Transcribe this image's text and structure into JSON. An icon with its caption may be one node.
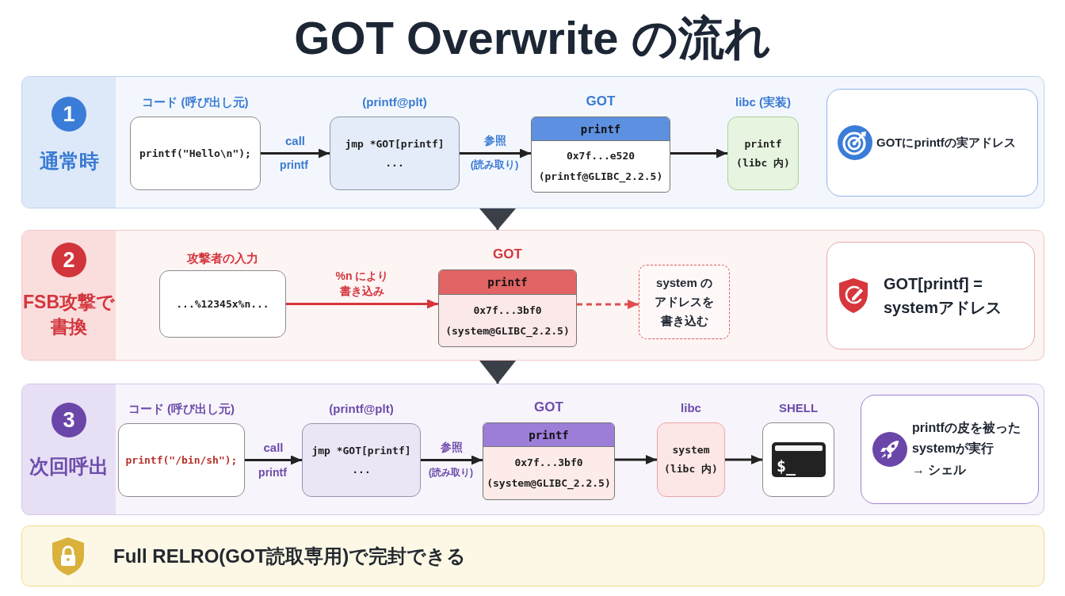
{
  "diagram": {
    "title": "GOT Overwrite の流れ",
    "nodes": [
      {
        "text": [
          "1",
          "通常時"
        ]
      },
      {
        "text": [
          "コード (呼び出し元)",
          "printf(\"Hello\\n\");"
        ],
        "in": 0
      },
      {
        "text": [
          "(printf@plt)",
          "jmp *GOT[printf]",
          "..."
        ],
        "in": 0
      },
      {
        "text": [
          "GOT",
          "printf",
          "0x7f...e520",
          "(printf@GLIBC_2.2.5)"
        ],
        "in": 0
      },
      {
        "text": [
          "libc (実装)",
          "printf",
          "(libc 内)"
        ],
        "in": 0
      },
      {
        "text": [
          "GOTにprintfの実アドレス"
        ],
        "in": 0
      },
      {
        "text": [
          "2",
          "FSB攻撃で書換"
        ]
      },
      {
        "text": [
          "攻撃者の入力",
          "...%12345x%n..."
        ],
        "in": 6
      },
      {
        "text": [
          "GOT",
          "printf",
          "0x7f...3bf0",
          "(system@GLIBC_2.2.5)"
        ],
        "in": 6
      },
      {
        "text": [
          "system のアドレスを書き込む"
        ],
        "in": 6
      },
      {
        "text": [
          "GOT[printf] = systemアドレス"
        ],
        "in": 6
      },
      {
        "text": [
          "3",
          "次回呼出"
        ]
      },
      {
        "text": [
          "コード (呼び出し元)",
          "printf(\"/bin/sh\");"
        ],
        "in": 11
      },
      {
        "text": [
          "(printf@plt)",
          "jmp *GOT[printf]",
          "..."
        ],
        "in": 11
      },
      {
        "text": [
          "GOT",
          "printf",
          "0x7f...3bf0",
          "(system@GLIBC_2.2.5)"
        ],
        "in": 11
      },
      {
        "text": [
          "libc",
          "system",
          "(libc 内)"
        ],
        "in": 11
      },
      {
        "text": [
          "SHELL"
        ],
        "in": 11
      },
      {
        "text": [
          "printfの皮を被ったsystemが実行",
          "→ シェル"
        ],
        "in": 11
      },
      {
        "text": [
          "Full RELRO(GOT読取専用)で完封できる"
        ]
      }
    ],
    "edges": [
      {
        "from": 1,
        "to": 2,
        "arrow": "to",
        "label": "call"
      },
      {
        "from": 2,
        "to": 3,
        "arrow": "to",
        "label": "参照"
      },
      {
        "from": 3,
        "to": 4,
        "arrow": "to"
      },
      {
        "from": 0,
        "to": 6,
        "arrow": "to",
        "color": "#3b4048"
      },
      {
        "from": 7,
        "to": 8,
        "arrow": "to",
        "label": "%n により書き込み",
        "color": "#d7363d"
      },
      {
        "from": 8,
        "to": 9,
        "arrow": "to",
        "style": "dashed",
        "color": "#e04f4f"
      },
      {
        "from": 6,
        "to": 11,
        "arrow": "to",
        "color": "#3b4048"
      },
      {
        "from": 12,
        "to": 13,
        "arrow": "to",
        "label": "call"
      },
      {
        "from": 13,
        "to": 14,
        "arrow": "to",
        "label": "参照"
      },
      {
        "from": 14,
        "to": 15,
        "arrow": "to"
      },
      {
        "from": 15,
        "to": 16,
        "arrow": "to"
      }
    ],
    "labels": [
      "printf",
      "(読み取り)",
      "printf",
      "(読み取り)",
      "$_"
    ]
  }
}
